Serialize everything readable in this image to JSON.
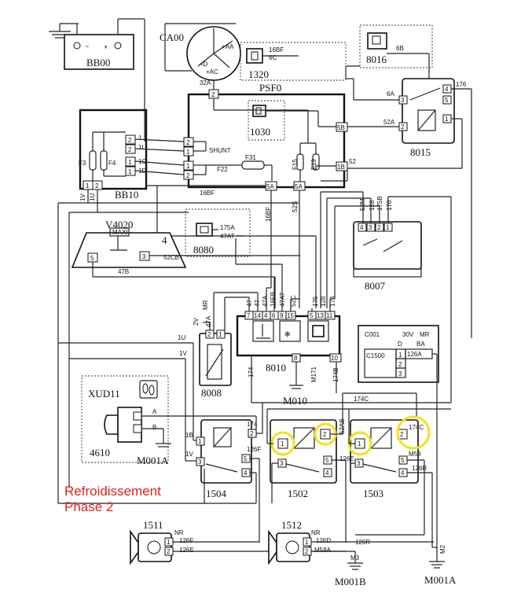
{
  "components": {
    "bb00": "BB00",
    "ca00": "CA00",
    "c1320": "1320",
    "c8016": "8016",
    "psf0": "PSF0",
    "c1030": "1030",
    "c8015": "8015",
    "bb10": "BB10",
    "v4020": "V4020",
    "c4": "4",
    "c8080": "8080",
    "c8007": "8007",
    "c8008": "8008",
    "c8010": "8010",
    "m010": "M010",
    "xud11": "XUD11",
    "c4610": "4610",
    "m001a_left": "M001A",
    "c1504": "1504",
    "c1502": "1502",
    "c1503": "1503",
    "c1511": "1511",
    "c1512": "1512",
    "m001b": "M001B",
    "m001a_right": "M001A",
    "c001": "C001",
    "c1500": "C1500"
  },
  "title": {
    "line1": "Refroidissement",
    "line2": "Phase 2"
  },
  "labels": {
    "shunt": "SHUNT",
    "f22": "F22",
    "f31": "F31",
    "f15": "F15",
    "f19": "F19",
    "f3": "F3",
    "f4": "F4",
    "w16bf": "16BF",
    "w6c": "6C",
    "w6b": "6B",
    "w6a": "6A",
    "w52a": "52A",
    "w52": "52",
    "w176": "176",
    "w32a": "32A",
    "w1": "1",
    "w1l": "1L",
    "w1c": "1C",
    "w1d": "1D",
    "w16bf_b": "16BF",
    "w1v": "1V",
    "w1u": "1U",
    "w5a": "5A",
    "w5a_b": "5A",
    "w1b": "1B",
    "w52s": "52S",
    "w16bf_v": "16BF",
    "w52m": "52M",
    "w128": "128",
    "w175b": "175B",
    "w176_b": "176",
    "w175a": "175A",
    "w47at": "47AT",
    "w52cb": "52CB",
    "w47b": "47B",
    "maxi": "MAXI",
    "c001_30v": "30V",
    "c001_mr": "MR",
    "c001_d": "D",
    "c001_ba": "BA",
    "c001_126a": "126A",
    "w2v": "2V",
    "w_mr": "MR",
    "w47a": "47A",
    "w47": "47",
    "w47a2": "47A",
    "w16fb": "16FB",
    "w47at2": "47AT",
    "w52c": "52C",
    "w175": "175",
    "w128b": "128",
    "w173": "173",
    "w1u_l": "1U",
    "w1v_l": "1V",
    "w174": "174",
    "w171": "M171",
    "w174b": "174B",
    "w174c": "174C",
    "w_a": "A",
    "w_b": "B",
    "w1b2": "1B",
    "w174_2": "174",
    "w1v2": "1V",
    "w126f": "126F",
    "w52ab": "52AB",
    "w174c2": "174C",
    "w126e_r": "126E",
    "w_m58": "M58",
    "w126r": "126R",
    "w_nr": "NR",
    "w126f_m": "126F",
    "w126e": "126E",
    "w_nr2": "NR",
    "w126d": "126D",
    "w_m58a": "M58A",
    "w126r2": "126R",
    "w_m3": "M3",
    "w_m2": "M2",
    "w_52": "52",
    "ca00_aa": "+AA",
    "ca00_d": "+D",
    "ca00_ac": "+AC"
  },
  "pins": {
    "p1": "1",
    "p2": "2",
    "p3": "3",
    "p4": "4",
    "p5": "5",
    "p5b": "5B",
    "p1b": "1B",
    "p5a": "5A",
    "p6": "6",
    "p7": "7",
    "p8": "8",
    "p9": "9",
    "p10": "10",
    "p11": "11",
    "p13": "13",
    "p14": "14",
    "p15": "15",
    "p1b2": "1B"
  }
}
